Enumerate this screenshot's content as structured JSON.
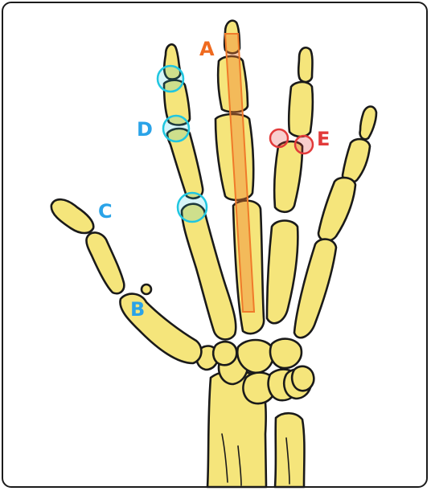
{
  "labels": {
    "a": "A",
    "b": "B",
    "c": "C",
    "d": "D",
    "e": "E"
  },
  "colors": {
    "bone_fill": "#f5e57b",
    "bone_stroke": "#1a1a1a",
    "highlight_orange": "#f07a2a",
    "label_orange": "#ef6a1f",
    "cyan": "#20c6e0",
    "label_blue": "#2aa3e8",
    "red": "#e23a3a"
  }
}
